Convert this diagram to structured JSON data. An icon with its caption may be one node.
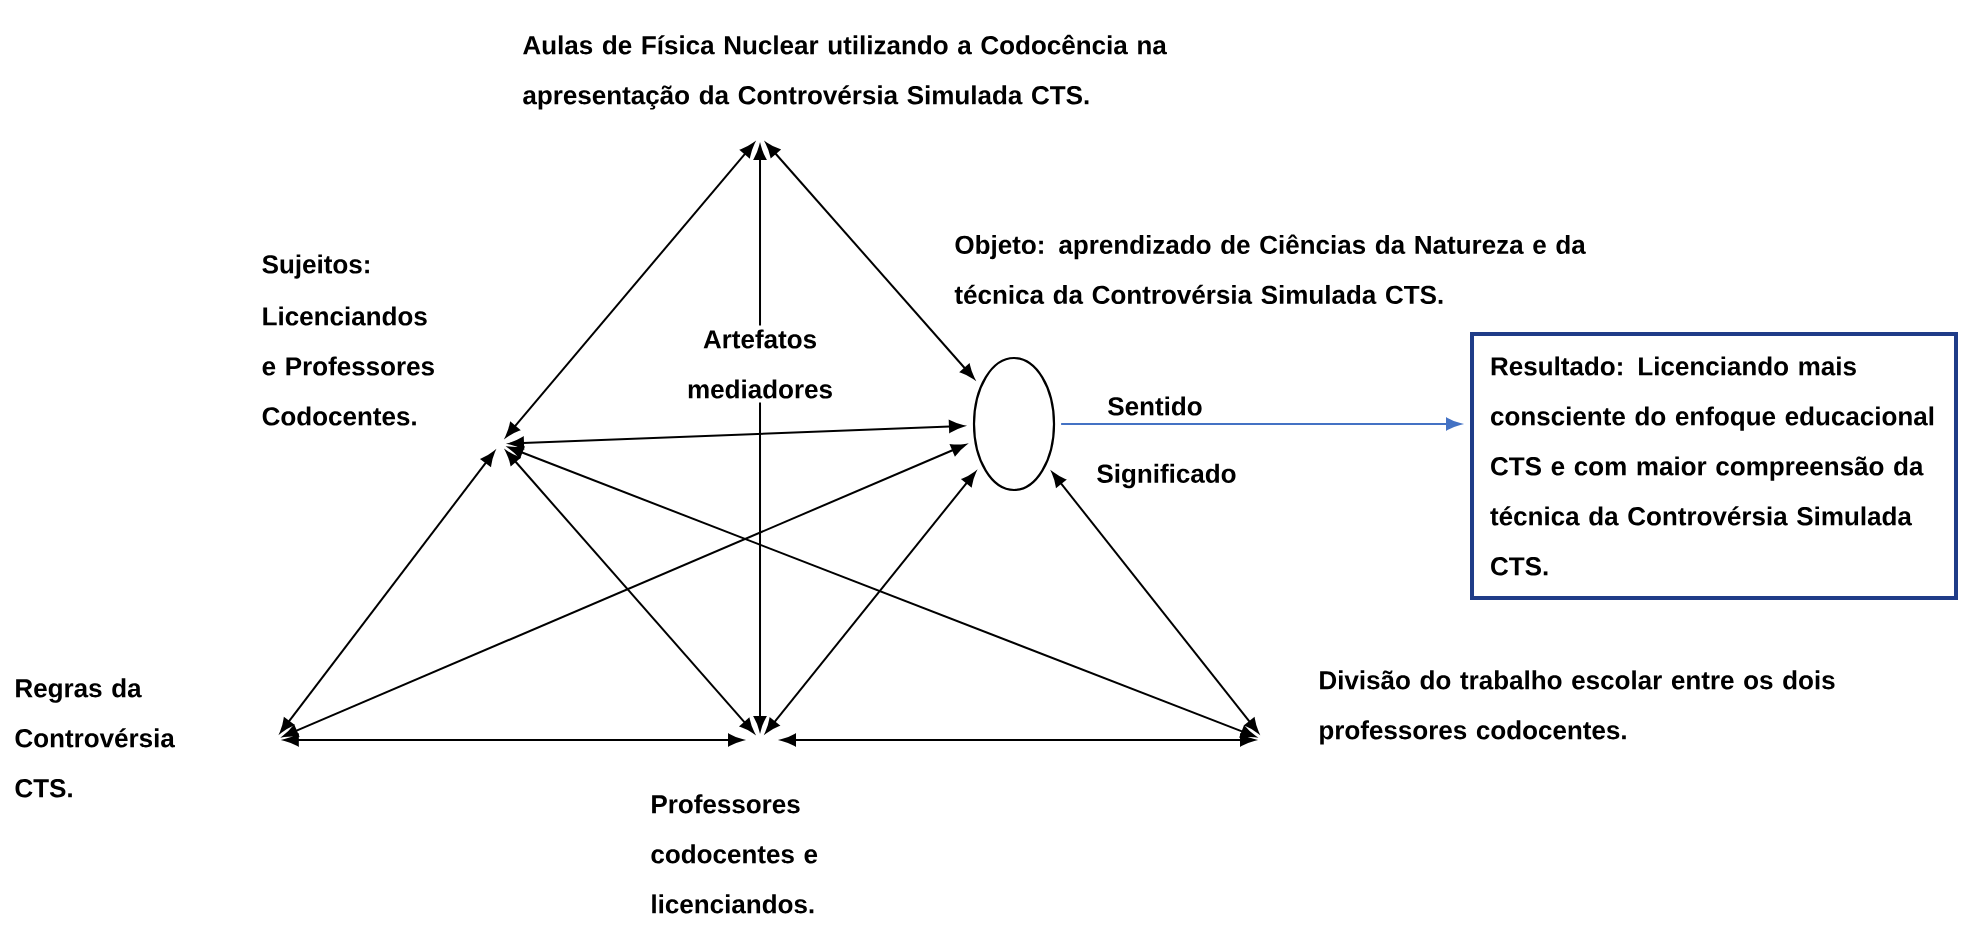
{
  "diagram": {
    "nodes": [
      {
        "text": [
          "Aulas de Física Nuclear utilizando a Codocência na apresentação da Controvérsia Simulada CTS."
        ]
      },
      {
        "text": [
          "Sujeitos:",
          "Licenciandos e Professores Codocentes."
        ]
      },
      {
        "text": [
          "Objeto: aprendizado de Ciências da Natureza e da técnica da Controvérsia Simulada CTS."
        ]
      },
      {
        "text": [],
        "shape": "ellipse"
      },
      {
        "text": [
          "Resultado: Licenciando mais consciente do enfoque educacional CTS e com maior compreensão da técnica da Controvérsia Simulada CTS."
        ]
      },
      {
        "text": [
          "Regras da Controvérsia CTS."
        ]
      },
      {
        "text": [
          "Professores codocentes e licenciandos."
        ]
      },
      {
        "text": [
          "Divisão do trabalho escolar entre os dois professores codocentes."
        ]
      }
    ],
    "edges": [
      {
        "from": 0,
        "to": 1,
        "arrow": "both"
      },
      {
        "from": 0,
        "to": 3,
        "arrow": "both"
      },
      {
        "from": 6,
        "to": 0,
        "arrow": "both"
      },
      {
        "from": 1,
        "to": 3,
        "arrow": "both"
      },
      {
        "from": 1,
        "to": 5,
        "arrow": "both"
      },
      {
        "from": 1,
        "to": 6,
        "arrow": "both"
      },
      {
        "from": 1,
        "to": 7,
        "arrow": "both"
      },
      {
        "from": 5,
        "to": 3,
        "arrow": "both"
      },
      {
        "from": 6,
        "to": 3,
        "arrow": "both"
      },
      {
        "from": 3,
        "to": 7,
        "arrow": "both"
      },
      {
        "from": 5,
        "to": 6,
        "arrow": "both"
      },
      {
        "from": 6,
        "to": 7,
        "arrow": "both"
      },
      {
        "from": 3,
        "to": 4,
        "arrow": "to",
        "label": "Sentido",
        "color": "#4472c4"
      }
    ],
    "labels": [
      "Artefatos mediadores",
      "Significado"
    ]
  }
}
